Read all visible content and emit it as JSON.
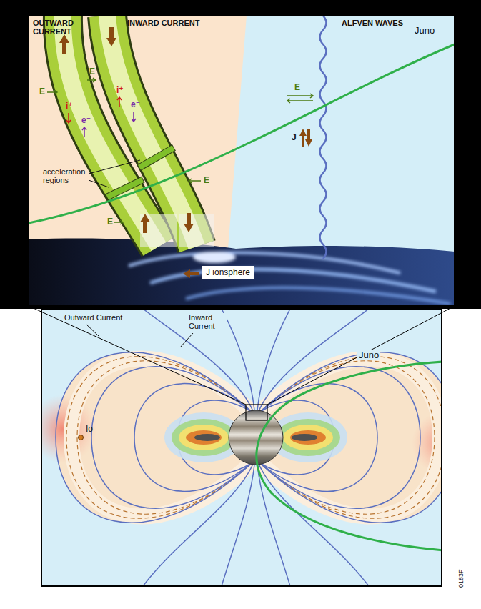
{
  "diagram": {
    "nodes": [
      {
        "text": [
          "J ionsphere"
        ]
      }
    ],
    "labels": [
      "OUTWARD CURRENT",
      "INWARD CURRENT",
      "ALFVEN WAVES",
      "Juno",
      "E",
      "i⁺",
      "e⁻",
      "E",
      "i⁺",
      "e⁻",
      "E",
      "acceleration regions",
      "E",
      "E",
      "J",
      "Outward Current",
      "Inward Current",
      "Juno",
      "Io",
      "0183F"
    ]
  }
}
